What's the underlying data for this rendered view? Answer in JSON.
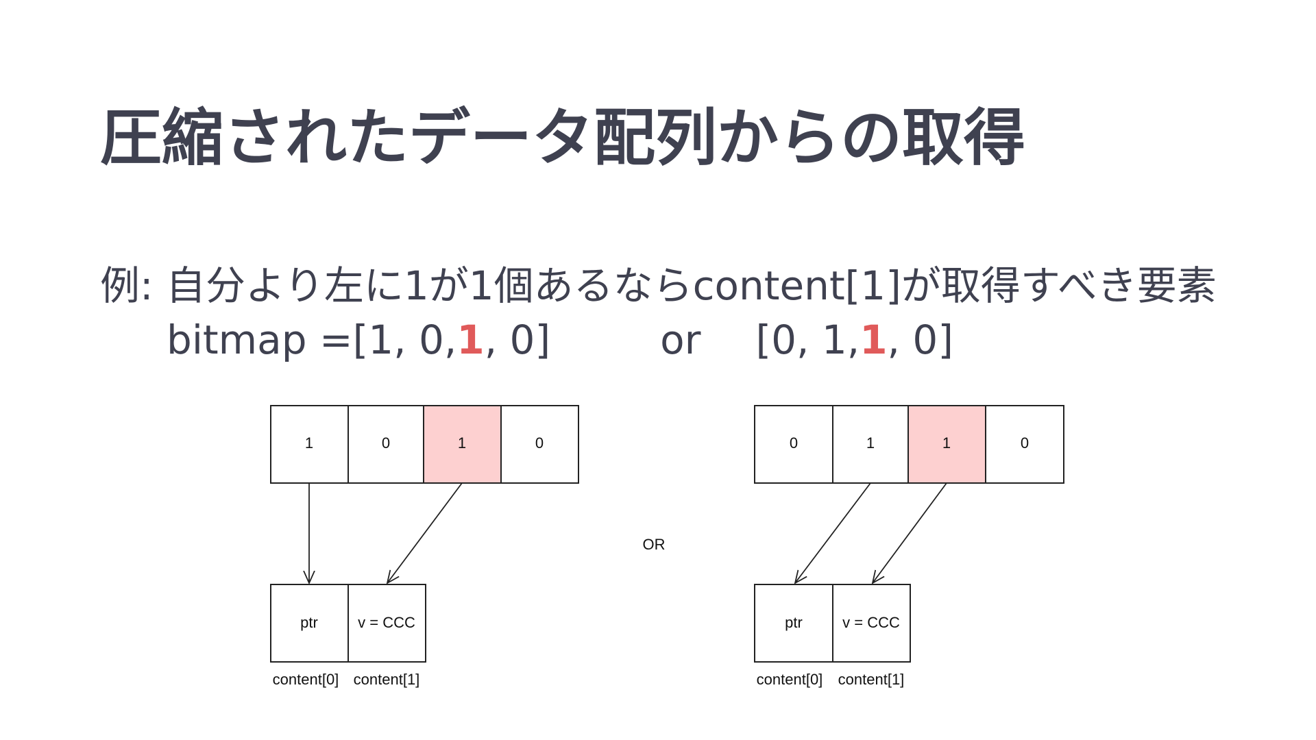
{
  "slide": {
    "title": "圧縮されたデータ配列からの取得",
    "line1": "例: 自分より左に1が1個あるならcontent[1]が取得すべき要素",
    "bitmap_label": "bitmap = ",
    "left_seq_pre": "[1, 0, ",
    "left_seq_hl": "1",
    "left_seq_post": ", 0]",
    "or_text": "or",
    "right_seq_pre": "[0, 1, ",
    "right_seq_hl": "1",
    "right_seq_post": ", 0]"
  },
  "diagram": {
    "left": {
      "bitmap": [
        "1",
        "0",
        "1",
        "0"
      ],
      "highlighted_index": 2,
      "content_cells": [
        "ptr",
        "v = CCC"
      ],
      "content_labels": [
        "content[0]",
        "content[1]"
      ]
    },
    "center_label": "OR",
    "right": {
      "bitmap": [
        "0",
        "1",
        "1",
        "0"
      ],
      "highlighted_index": 2,
      "content_cells": [
        "ptr",
        "v = CCC"
      ],
      "content_labels": [
        "content[0]",
        "content[1]"
      ]
    },
    "colors": {
      "highlight_fill": "#fdd0d0",
      "text_highlight": "#e05a5a",
      "stroke": "#222222",
      "title_text": "#3f4150"
    }
  }
}
